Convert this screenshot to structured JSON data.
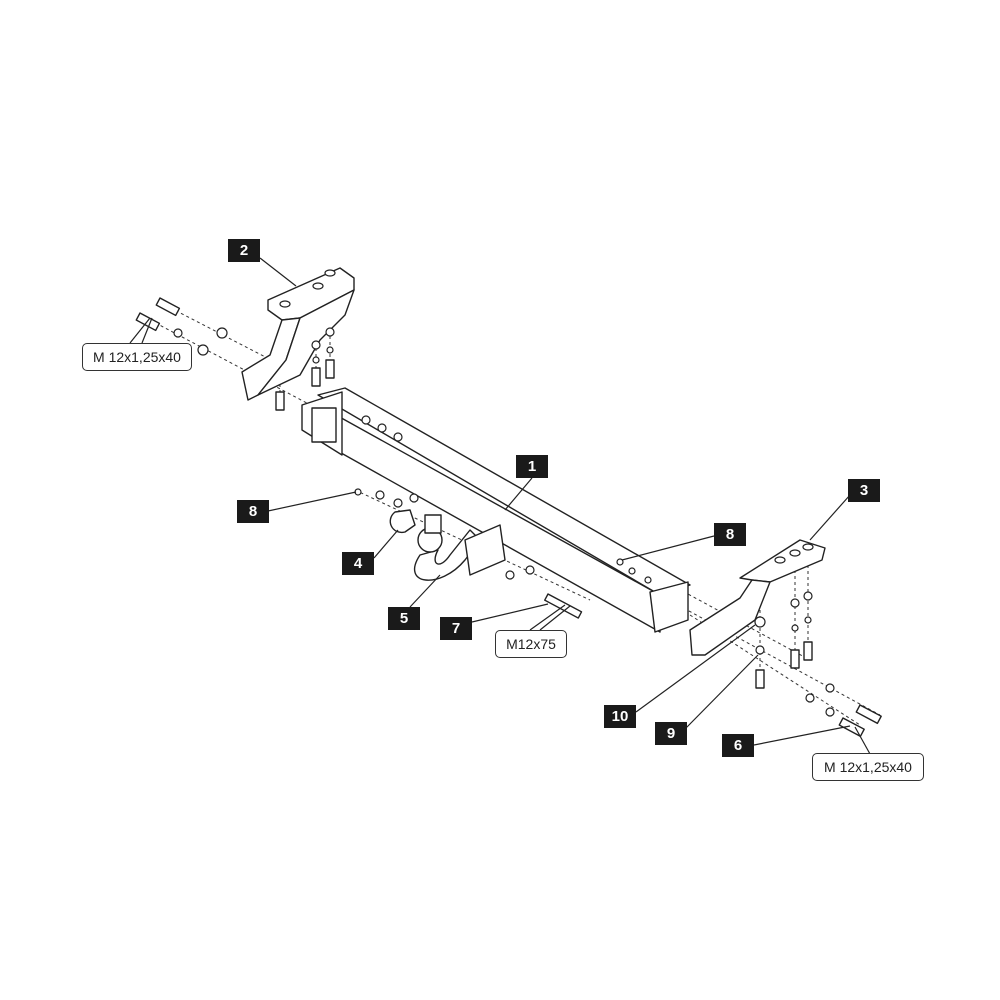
{
  "diagram": {
    "labels": [
      "1",
      "2",
      "3",
      "4",
      "5",
      "6",
      "7",
      "8",
      "8",
      "9",
      "10"
    ],
    "callouts": {
      "left_bolt": "M 12x1,25x40",
      "center_bolt": "M12x75",
      "right_bolt": "M 12x1,25x40"
    }
  }
}
